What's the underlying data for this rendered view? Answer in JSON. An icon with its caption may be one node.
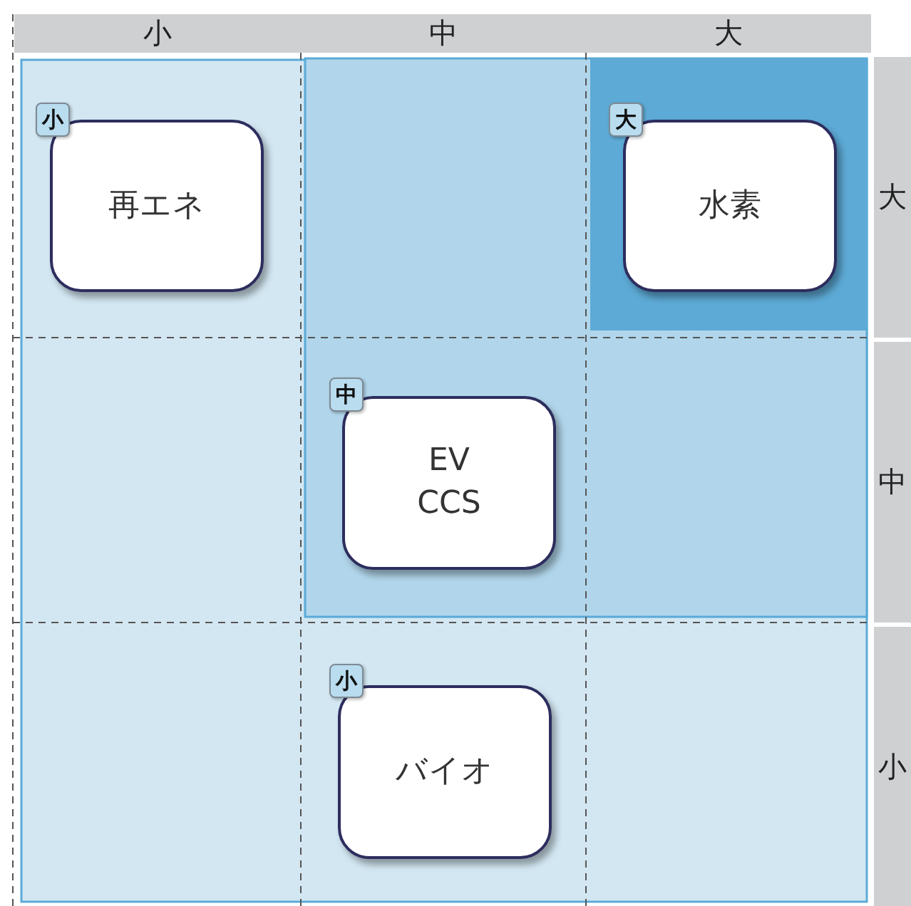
{
  "diagram": {
    "nodes": [
      {
        "text": [
          "再エネ"
        ],
        "beside": [
          "小"
        ]
      },
      {
        "text": [
          "水素"
        ],
        "beside": [
          "大"
        ]
      },
      {
        "text": [
          "EV",
          "CCS"
        ],
        "beside": [
          "中"
        ]
      },
      {
        "text": [
          "バイオ"
        ],
        "beside": [
          "小"
        ]
      }
    ],
    "edges": [],
    "labels": [
      "小",
      "中",
      "大",
      "大",
      "中",
      "小"
    ]
  }
}
